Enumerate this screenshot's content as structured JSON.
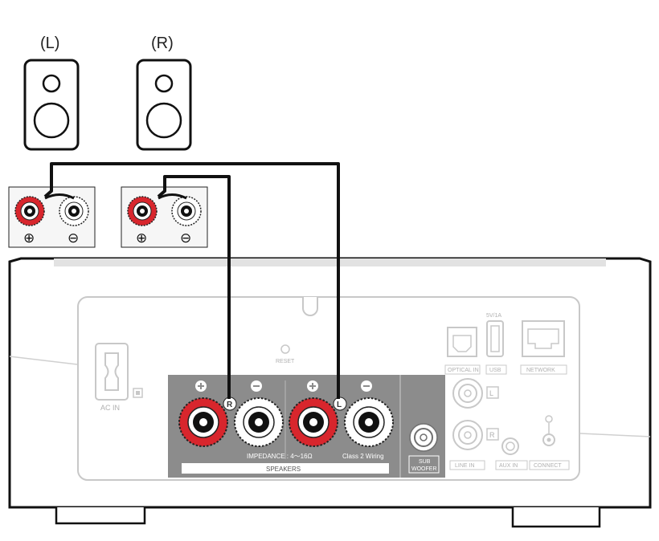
{
  "speakers": {
    "left_label": "(L)",
    "right_label": "(R)"
  },
  "terminals": {
    "plus_symbol": "⊕",
    "minus_symbol": "⊖"
  },
  "rear_panel": {
    "ac_in": "AC IN",
    "reset": "RESET",
    "usb_spec": "5V/1A",
    "optical_in": "OPTICAL IN",
    "usb": "USB",
    "network": "NETWORK",
    "line_in": "LINE IN",
    "aux_in": "AUX IN",
    "connect": "CONNECT",
    "sub_woofer_1": "SUB",
    "sub_woofer_2": "WOOFER",
    "channel_l": "L",
    "channel_r": "R",
    "impedance": "IMPEDANCE : 4〜16Ω",
    "class2": "Class 2 Wiring",
    "speakers_title": "SPEAKERS",
    "r_marker": "R",
    "l_marker": "L"
  },
  "colors": {
    "terminal_red": "#d8262d",
    "panel_grey": "#8c8c8c",
    "outline": "#111111",
    "faint": "#c8c8c8"
  }
}
